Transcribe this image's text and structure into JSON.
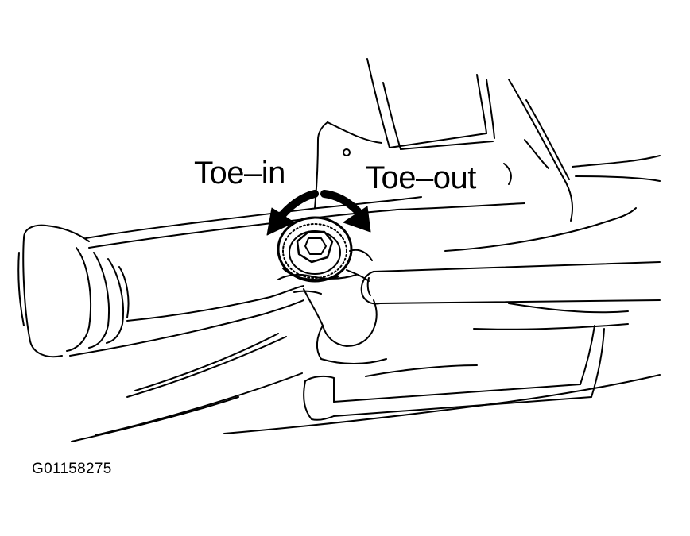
{
  "labels": {
    "toe_in": "Toe–in",
    "toe_out": "Toe–out",
    "figure_id": "G01158275"
  },
  "colors": {
    "line": "#000000",
    "background": "#ffffff"
  }
}
